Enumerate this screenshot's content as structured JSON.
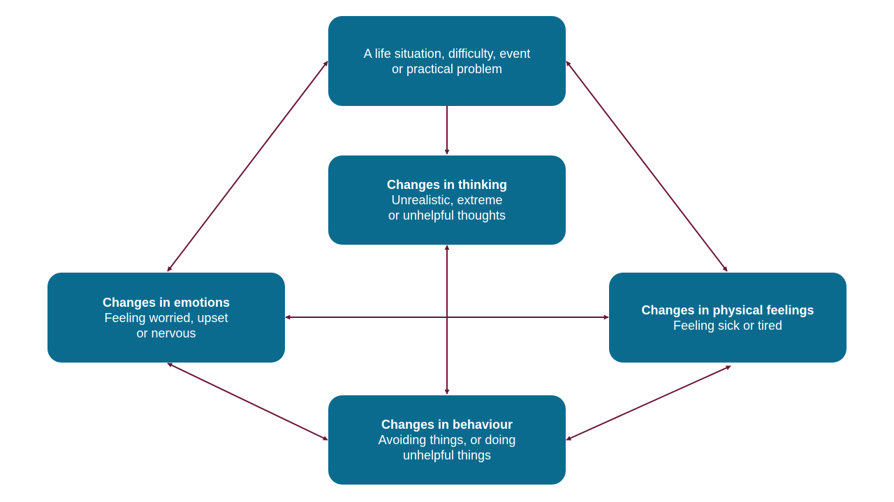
{
  "colors": {
    "box_fill": "#0a6b8f",
    "box_text": "#ffffff",
    "arrow": "#6b1436",
    "background": "#ffffff"
  },
  "nodes": {
    "situation": {
      "line1": "A life situation, difficulty, event",
      "line2": "or practical problem"
    },
    "thinking": {
      "title": "Changes in thinking",
      "line1": "Unrealistic, extreme",
      "line2": "or unhelpful thoughts"
    },
    "emotions": {
      "title": "Changes in emotions",
      "line1": "Feeling worried, upset",
      "line2": "or nervous"
    },
    "physical": {
      "title": "Changes in physical feelings",
      "line1": "Feeling sick or tired"
    },
    "behaviour": {
      "title": "Changes in behaviour",
      "line1": "Avoiding things, or doing",
      "line2": "unhelpful things"
    }
  },
  "edges": [
    {
      "from": "situation",
      "to": "thinking",
      "direction": "one-way"
    },
    {
      "from": "situation",
      "to": "emotions",
      "direction": "two-way"
    },
    {
      "from": "situation",
      "to": "physical",
      "direction": "two-way"
    },
    {
      "from": "emotions",
      "to": "physical",
      "direction": "two-way"
    },
    {
      "from": "thinking",
      "to": "behaviour",
      "direction": "two-way"
    },
    {
      "from": "emotions",
      "to": "behaviour",
      "direction": "two-way"
    },
    {
      "from": "physical",
      "to": "behaviour",
      "direction": "two-way"
    }
  ]
}
